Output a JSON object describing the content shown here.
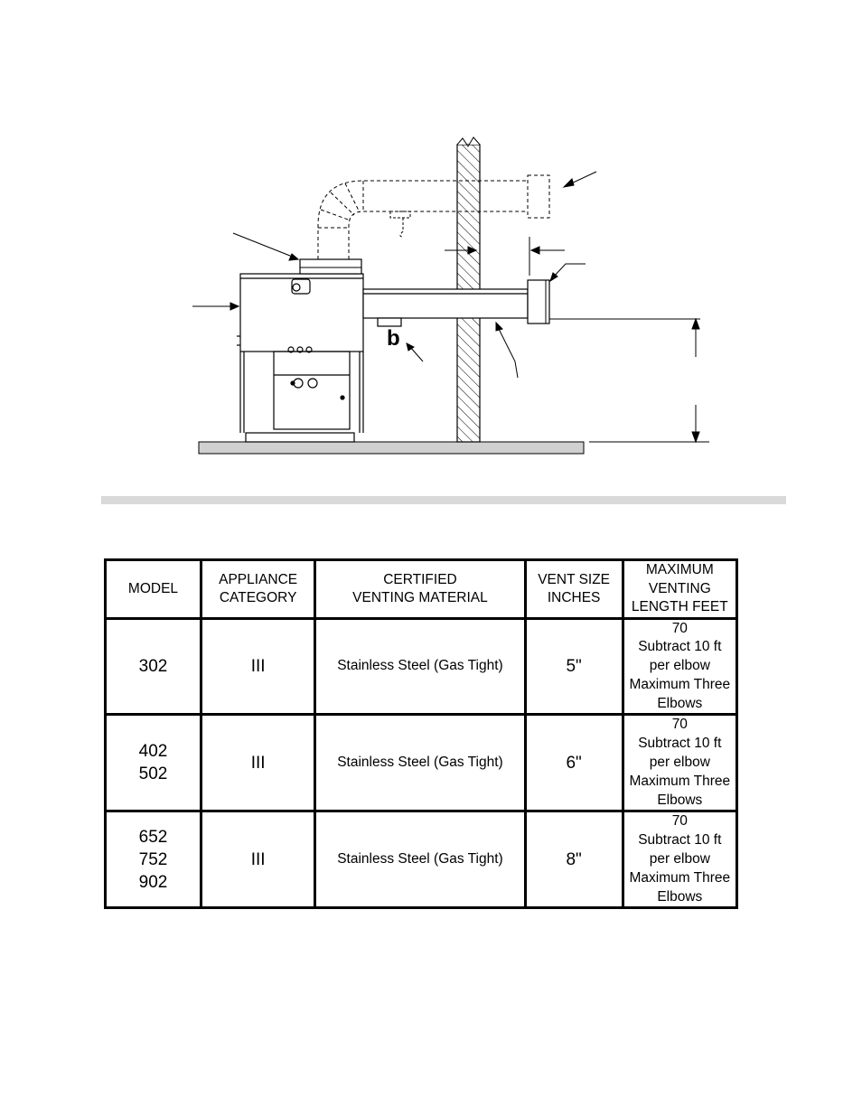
{
  "diagram": {
    "components": [
      "boiler",
      "vent-pipe-upper",
      "vent-pipe-lower",
      "wall",
      "vent-termination-upper",
      "vent-termination-lower",
      "condensate-drain",
      "floor"
    ],
    "drain_mark": "b"
  },
  "table": {
    "headers": [
      [
        "MODEL"
      ],
      [
        "APPLIANCE",
        "CATEGORY"
      ],
      [
        "CERTIFIED",
        "VENTING MATERIAL"
      ],
      [
        "VENT SIZE",
        "INCHES"
      ],
      [
        "MAXIMUM",
        "VENTING",
        "LENGTH FEET"
      ]
    ],
    "rows": [
      {
        "models": [
          "302"
        ],
        "category": "III",
        "material": "Stainless Steel (Gas Tight)",
        "vent_size": "5\"",
        "max_length": [
          "70",
          "Subtract 10 ft",
          "per elbow",
          "Maximum Three",
          "Elbows"
        ]
      },
      {
        "models": [
          "402",
          "502"
        ],
        "category": "III",
        "material": "Stainless Steel (Gas Tight)",
        "vent_size": "6\"",
        "max_length": [
          "70",
          "Subtract 10 ft",
          "per elbow",
          "Maximum Three",
          "Elbows"
        ]
      },
      {
        "models": [
          "652",
          "752",
          "902"
        ],
        "category": "III",
        "material": "Stainless Steel (Gas Tight)",
        "vent_size": "8\"",
        "max_length": [
          "70",
          "Subtract 10 ft",
          "per elbow",
          "Maximum Three",
          "Elbows"
        ]
      }
    ]
  }
}
